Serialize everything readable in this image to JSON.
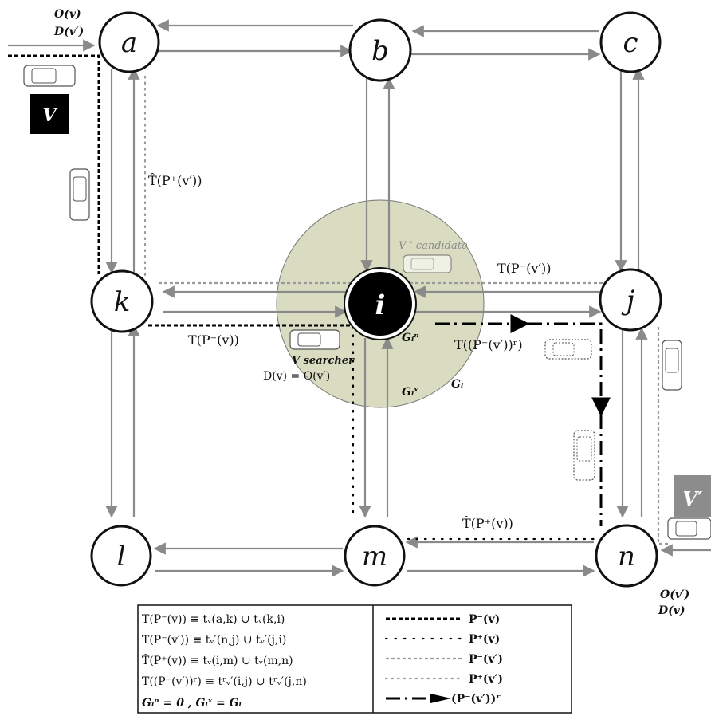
{
  "nodes": {
    "a": "a",
    "b": "b",
    "c": "c",
    "k": "k",
    "i": "i",
    "j": "j",
    "l": "l",
    "m": "m",
    "n": "n"
  },
  "labels": {
    "o_v_top": "O(v)",
    "d_vprime_top": "D(v′)",
    "v_box": "V",
    "vprime_box": "V′",
    "that_pplus_vprime": "T̂(P⁺(v′))",
    "t_pminus_vprime": "T(P⁻(v′))",
    "t_pminus_v": "T(P⁻(v))",
    "t_pminus_vprime_r": "T((P⁻(v′))ʳ)",
    "that_pplus_v": "T̂(P⁺(v))",
    "v_candidate": "V ’ candidate",
    "v_searcher": "V searcher",
    "d_v_eq_o_vprime": "D(v) = O(v′)",
    "g_i_n": "Gᵢⁿ",
    "g_i_x": "Gᵢˣ",
    "g_i": "Gᵢ",
    "o_vprime_bottom": "O(v′)",
    "d_v_bottom": "D(v)"
  },
  "legend": {
    "left": [
      "T(P⁻(v)) ≡ tᵥ(a,k) ∪ tᵥ(k,i)",
      "T(P⁻(v′)) ≡ tᵥ′(n,j) ∪ tᵥ′(j,i)",
      "T̂(P⁺(v)) ≡ tᵥ(i,m) ∪ tᵥ(m,n)",
      "T((P⁻(v′))ʳ) ≡ tʳᵥ′(i,j) ∪ tʳᵥ′(j,n)",
      "Gᵢⁿ = 0 ,  Gᵢˣ = Gᵢ"
    ],
    "right": [
      "P⁻(v)",
      "P⁺(v)",
      "P⁻(v′)",
      "P⁺(v′)",
      "(P⁻(v′))ʳ"
    ]
  },
  "colors": {
    "road": "#8a8a8a",
    "zone": "#d9dcc0",
    "center_node": "#000000",
    "vehicle_box": "#000000",
    "vprime_box": "#8c8c8c"
  }
}
